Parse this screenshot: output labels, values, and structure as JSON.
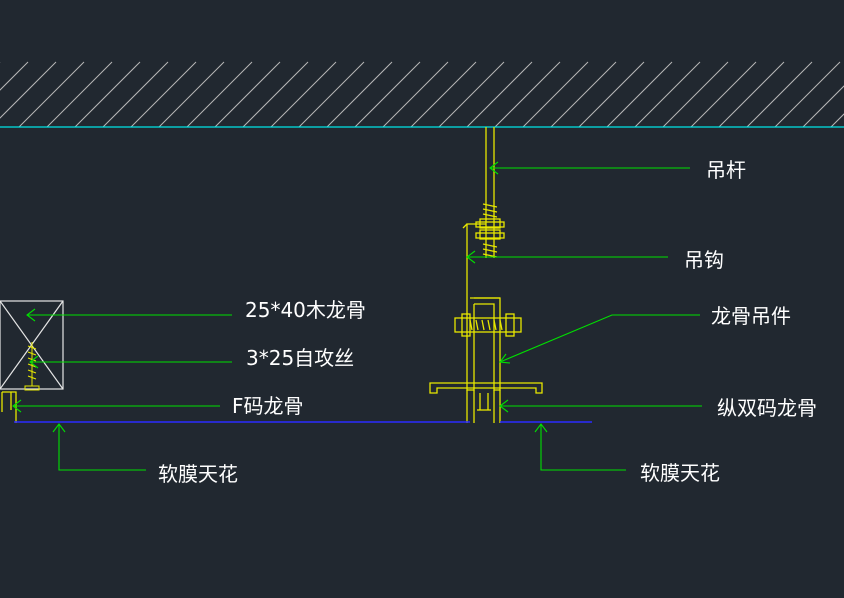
{
  "labels": {
    "hanger_rod": "吊杆",
    "hook": "吊钩",
    "keel_hanger": "龙骨吊件",
    "double_f_keel": "纵双码龙骨",
    "soft_film_right": "软膜天花",
    "wood_keel": "25*40木龙骨",
    "screw": "3*25自攻丝",
    "f_keel": "F码龙骨",
    "soft_film_left": "软膜天花"
  },
  "colors": {
    "background": "#212830",
    "hatch": "#b8b8b8",
    "slab_line": "#00e5e5",
    "yellow_parts": "#e8e800",
    "leader": "#00e000",
    "film": "#2a2aff",
    "wood": "#e6e6e6",
    "text": "#ffffff"
  }
}
